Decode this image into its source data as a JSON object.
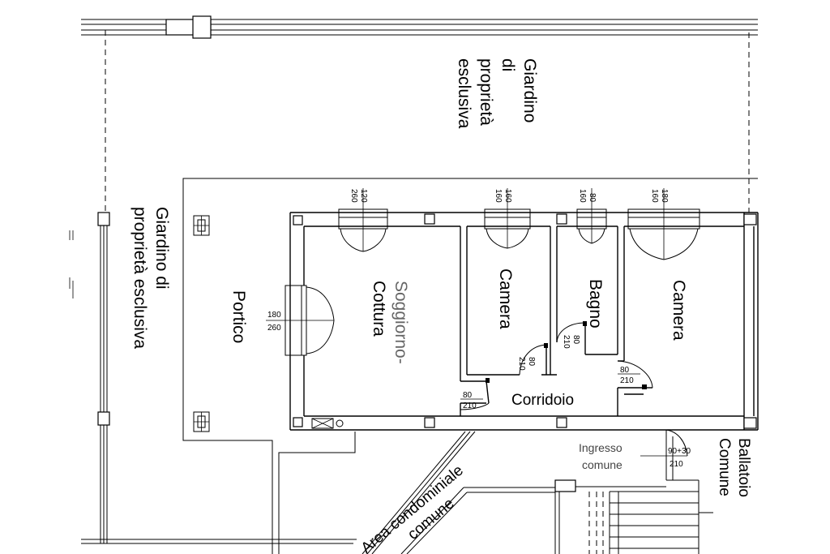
{
  "labels": {
    "garden_top": [
      "Giardino",
      "di",
      "proprietà",
      "esclusiva"
    ],
    "garden_left": [
      "Giardino di",
      "proprietà esclusiva"
    ],
    "portico": "Portico",
    "soggiorno": [
      "Soggiorno-",
      "Cottura"
    ],
    "camera_1": "Camera",
    "bagno": "Bagno",
    "camera_2": "Camera",
    "corridoio": "Corridoio",
    "ingresso": [
      "Ingresso",
      "comune"
    ],
    "ballatoio": [
      "Ballatoio",
      "Comune"
    ],
    "area_comune": [
      "Area condominiale",
      "comune"
    ]
  },
  "dimensions": {
    "window_soggiorno": [
      "120",
      "260"
    ],
    "window_camera_1": [
      "160",
      "160"
    ],
    "window_bagno": [
      "80",
      "160"
    ],
    "window_camera_2": [
      "180",
      "160"
    ],
    "door_portico": [
      "180",
      "260"
    ],
    "door_corridoio_left": [
      "80",
      "210"
    ],
    "door_camera_1": [
      "80",
      "210"
    ],
    "door_bagno": [
      "80",
      "210"
    ],
    "door_camera_2": [
      "80",
      "210"
    ],
    "door_ingresso": [
      "90+30",
      "210"
    ]
  }
}
